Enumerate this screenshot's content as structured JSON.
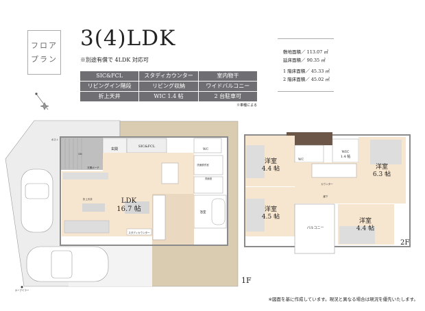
{
  "header": {
    "floorplan_label_line1": "フロア",
    "floorplan_label_line2": "プラン",
    "title": "3(4)LDK",
    "subtitle": "※別途有償で 4LDK 対応可",
    "features": [
      "SIC&FCL",
      "スタディカウンター",
      "室内物干",
      "リビングイン階段",
      "リビング収納",
      "ワイドバルコニー",
      "折上天井",
      "WIC 1.4 帖",
      "2 台駐車可"
    ],
    "features_note": "※車種による",
    "feature_color": "#6f6f73"
  },
  "areas": {
    "site": "敷地面積／ 113.07 ㎡",
    "total_floor": "延床面積／ 90.35 ㎡",
    "floor1": "1 階床面積／ 45.33 ㎡",
    "floor2": "2 階床面積／ 45.02 ㎡"
  },
  "floor1": {
    "label": "1F",
    "rooms": {
      "ldk_name": "LDK",
      "ldk_size": "16.7 帖",
      "entrance": "玄関",
      "sic": "SIC&FCL",
      "wc": "WC",
      "washroom": "洗面脱衣室",
      "laundry": "洗面室",
      "bath": "浴室",
      "porch": "玄関ポーチ",
      "dn": "DN",
      "post": "ポスト",
      "study": "スタディカウンター",
      "mirror": "カーブミラー",
      "ceiling": "折上天井"
    }
  },
  "floor2": {
    "label": "2F",
    "rooms": {
      "room1_name": "洋室",
      "room1_size": "4.4 帖",
      "room2_name": "洋室",
      "room2_size": "4.5 帖",
      "room3_name": "洋室",
      "room3_size": "6.3 帖",
      "room4_name": "洋室",
      "room4_size": "4.4 帖",
      "wic_name": "WIC",
      "wic_size": "1.4 帖",
      "wc": "WC",
      "balcony": "バルコニー",
      "hall": "廊下",
      "counter": "カウンター"
    }
  },
  "colors": {
    "floor_beige": "#f7e6cf",
    "wood": "#ead8c0",
    "garden": "#d9ccb0",
    "wall": "#8a8a8a",
    "roof": "#6b5647"
  },
  "footnote": "※図面を基に作成しています。現況と異なる場合は現況を優先いたします。"
}
